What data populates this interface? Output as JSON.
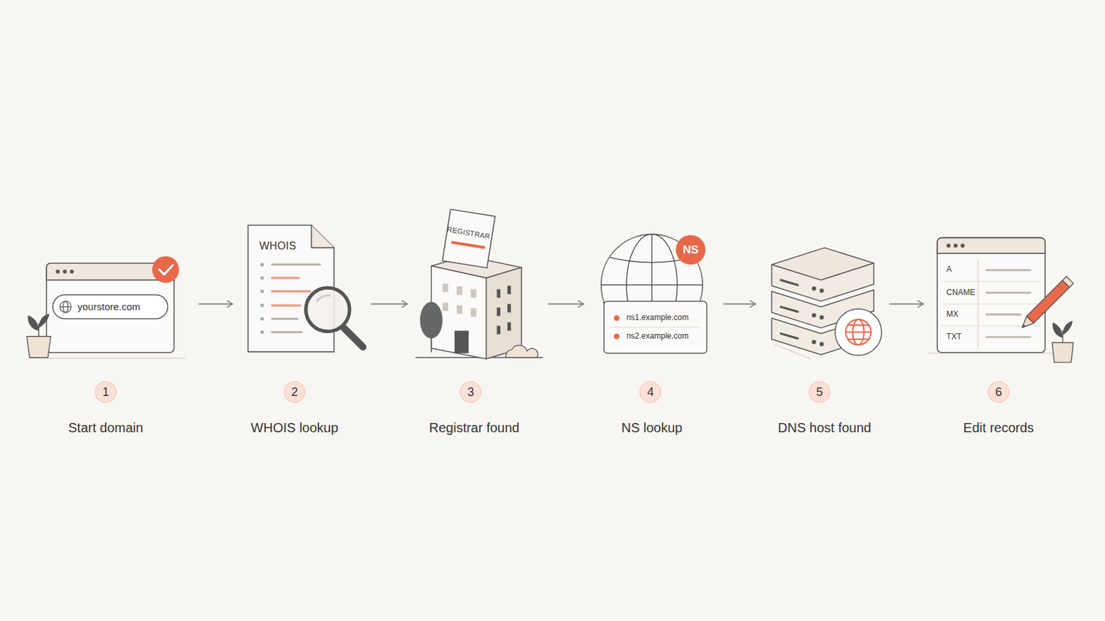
{
  "diagram": {
    "nodes": [
      {
        "text": [
          "yourstore.com",
          "1",
          "Start domain"
        ]
      },
      {
        "text": [
          "WHOIS",
          "2",
          "WHOIS lookup"
        ]
      },
      {
        "text": [
          "REGISTRAR",
          "3",
          "Registrar found"
        ]
      },
      {
        "text": [
          "NS",
          "ns1.example.com",
          "ns2.example.com",
          "4",
          "NS lookup"
        ]
      },
      {
        "text": [
          "5",
          "DNS host found"
        ]
      },
      {
        "text": [
          "A",
          "CNAME",
          "MX",
          "TXT",
          "6",
          "Edit records"
        ]
      }
    ],
    "edges": [
      {
        "from": 0,
        "to": 1,
        "arrow": "to"
      },
      {
        "from": 1,
        "to": 2,
        "arrow": "to"
      },
      {
        "from": 2,
        "to": 3,
        "arrow": "to"
      },
      {
        "from": 3,
        "to": 4,
        "arrow": "to"
      },
      {
        "from": 4,
        "to": 5,
        "arrow": "to"
      }
    ]
  }
}
